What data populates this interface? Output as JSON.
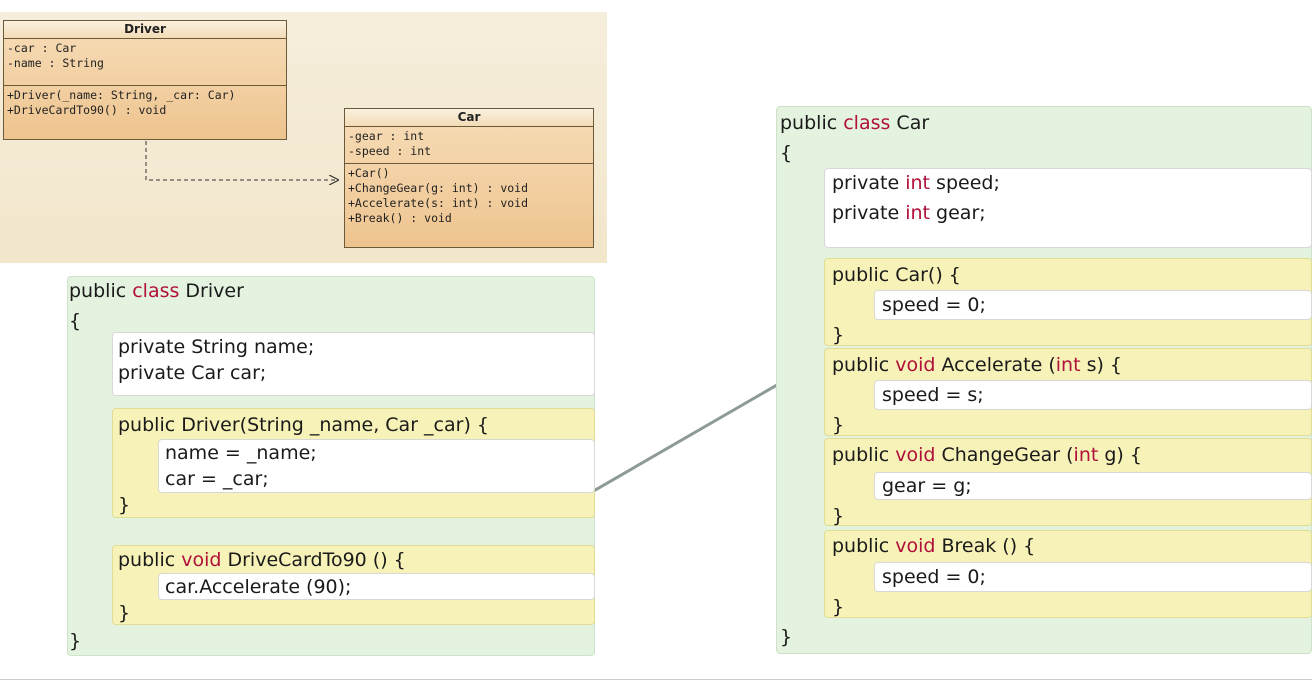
{
  "uml": {
    "driver": {
      "title": "Driver",
      "attributes": [
        "-car : Car",
        "-name : String"
      ],
      "methods": [
        "+Driver(_name: String, _car: Car)",
        "+DriveCardTo90() : void"
      ]
    },
    "car": {
      "title": "Car",
      "attributes": [
        "-gear : int",
        "-speed : int"
      ],
      "methods": [
        "+Car()",
        "+ChangeGear(g: int) : void",
        "+Accelerate(s: int) : void",
        "+Break() : void"
      ]
    }
  },
  "driver_code": {
    "l1_kw1": "public",
    "l1_kw2": "class",
    "l1_rest": " Driver",
    "open": "{",
    "f1_kw": "private",
    "f1_rest": " String name;",
    "f2_kw": "private",
    "f2_rest": " Car car;",
    "c_kw": "public",
    "c_rest": " Driver(String _name, Car _car) {",
    "c_b1": "name = _name;",
    "c_b2": "car = _car;",
    "c_close": "}",
    "m_kw1": "public",
    "m_kw2": "void",
    "m_rest": " DriveCardTo90 () {",
    "m_b1": "car.Accelerate (90);",
    "m_close": "}",
    "close": "}"
  },
  "car_code": {
    "l1_kw1": "public",
    "l1_kw2": "class",
    "l1_rest": " Car",
    "open": "{",
    "f1_kw1": "private",
    "f1_kw2": "int",
    "f1_rest": " speed;",
    "f2_kw1": "private",
    "f2_kw2": "int",
    "f2_rest": " gear;",
    "ctor_kw": "public",
    "ctor_rest": " Car() {",
    "ctor_b": "speed = 0;",
    "ctor_close": "}",
    "acc_kw1": "public",
    "acc_kw2": "void",
    "acc_mid": " Accelerate (",
    "acc_kw3": "int",
    "acc_rest": " s) {",
    "acc_b": "speed = s;",
    "acc_close": "}",
    "cg_kw1": "public",
    "cg_kw2": "void",
    "cg_mid": " ChangeGear (",
    "cg_kw3": "int",
    "cg_rest": " g) {",
    "cg_b": "gear = g;",
    "cg_close": "}",
    "br_kw1": "public",
    "br_kw2": "void",
    "br_rest": " Break () {",
    "br_b": "speed = 0;",
    "br_close": "}",
    "close": "}"
  }
}
